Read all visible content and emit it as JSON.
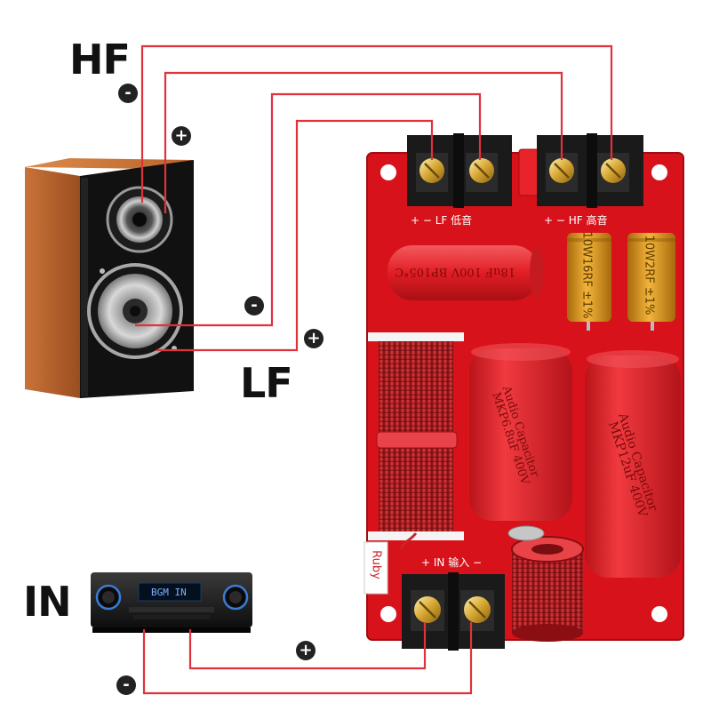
{
  "labels": {
    "hf": "HF",
    "lf": "LF",
    "in": "IN"
  },
  "polarity": {
    "minus": "-",
    "plus": "+"
  },
  "board": {
    "lf_terminal_label": "+ − LF 低音",
    "hf_terminal_label": "+ − HF 高音",
    "in_terminal_label": "+ IN 输入 −",
    "brand": "Ruby"
  },
  "components": {
    "electrolytic_cap": "18uF 100V BP105°C",
    "resistor_1": "10W16RF ±1%",
    "resistor_2": "10W2RF ±1%",
    "film_cap_1_brand": "Audio Capacitor",
    "film_cap_1_value": "MKP6.8uF 400V",
    "film_cap_2_brand": "Audio Capacitor",
    "film_cap_2_value": "MKP12uF 400V"
  },
  "amplifier": {
    "display": "BGM IN"
  },
  "colors": {
    "board": "#d8121a",
    "wire": "#e0323a",
    "cap_red": "#e21d24",
    "coil_copper": "#c8262b",
    "terminal_black": "#1a1a1a",
    "speaker_wood": "#b8642b",
    "resistor_gold": "#d9961c"
  }
}
